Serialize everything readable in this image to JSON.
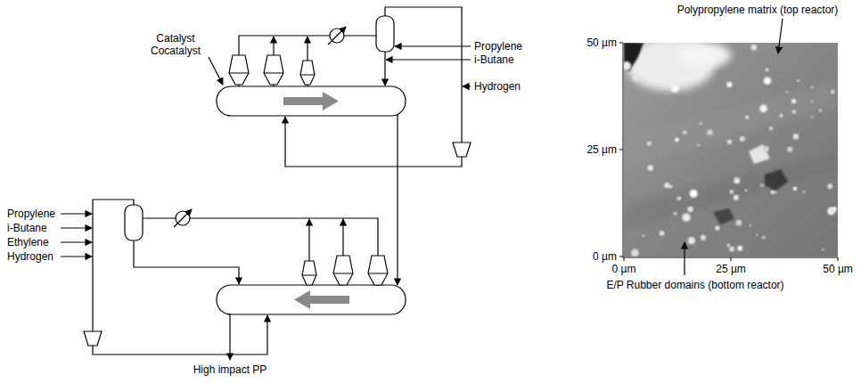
{
  "diagram": {
    "labels": [
      "Catalyst Cocatalyst",
      "Propylene",
      "i-Butane",
      "Hydrogen",
      "Propylene",
      "i-Butane",
      "Ethylene",
      "Hydrogen",
      "High impact PP",
      "Polypropylene matrix (top reactor)",
      "50 µm",
      "25 µm",
      "0 µm",
      "0 µm",
      "25 µm",
      "50 µm",
      "E/P Rubber domains (bottom reactor)"
    ]
  }
}
